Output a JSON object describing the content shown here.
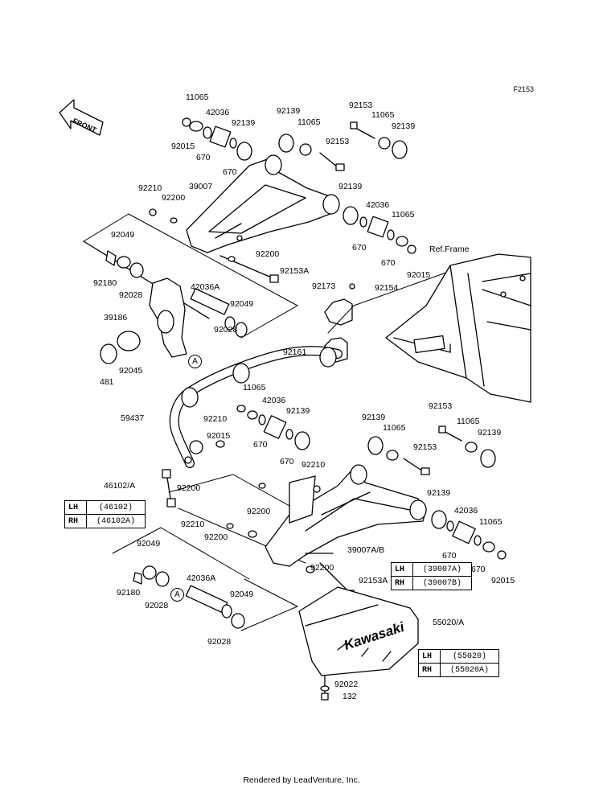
{
  "diagram_code": "F2153",
  "front_label": "FRONT",
  "ref_frame": "Ref.Frame",
  "callout_mark": "A",
  "footer": "Rendered by LeadVenture, Inc.",
  "tables": [
    {
      "rows": [
        {
          "side": "LH",
          "part": "(46102)"
        },
        {
          "side": "RH",
          "part": "(46102A)"
        }
      ]
    },
    {
      "rows": [
        {
          "side": "LH",
          "part": "(39007A)"
        },
        {
          "side": "RH",
          "part": "(39007B)"
        }
      ]
    },
    {
      "rows": [
        {
          "side": "LH",
          "part": "(55020)"
        },
        {
          "side": "RH",
          "part": "(55020A)"
        }
      ]
    }
  ],
  "part_labels": [
    "11065",
    "42036",
    "92139",
    "92139",
    "11065",
    "92153",
    "11065",
    "92139",
    "92015",
    "670",
    "670",
    "92153",
    "39007",
    "92210",
    "92200",
    "92139",
    "42036",
    "11065",
    "670",
    "670",
    "92015",
    "92049",
    "92200",
    "92153A",
    "92180",
    "92028",
    "92173",
    "92154",
    "42036A",
    "92049",
    "39186",
    "92028",
    "92161",
    "92045",
    "481",
    "11065",
    "42036",
    "92139",
    "59437",
    "92210",
    "92015",
    "670",
    "670",
    "92139",
    "11065",
    "92153",
    "11065",
    "92139",
    "92153",
    "92210",
    "46102/A",
    "92200",
    "92200",
    "92139",
    "42036",
    "11065",
    "92210",
    "92200",
    "39007A/B",
    "670",
    "670",
    "92015",
    "92049",
    "92200",
    "92153A",
    "92180",
    "42036A",
    "92049",
    "92028",
    "92028",
    "55020/A",
    "92022",
    "132"
  ]
}
